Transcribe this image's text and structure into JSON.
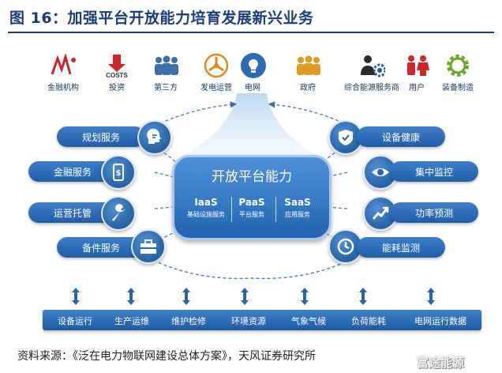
{
  "title": "图 16：加强平台开放能力培育发展新兴业务",
  "stakeholders": [
    {
      "label": "金融机构",
      "icon": "finance-logo-icon"
    },
    {
      "label": "投资",
      "icon": "invest-arrow-icon"
    },
    {
      "label": "第三方",
      "icon": "people-group-icon"
    },
    {
      "label": "发电运营",
      "icon": "power-generation-icon"
    },
    {
      "label": "电网",
      "icon": "grid-lightbulb-icon"
    },
    {
      "label": "政府",
      "icon": "government-people-icon"
    },
    {
      "label": "综合能源服务商",
      "icon": "energy-service-gear-icon"
    },
    {
      "label": "用户",
      "icon": "users-icon"
    },
    {
      "label": "装备制造",
      "icon": "manufacturing-gear-icon"
    }
  ],
  "left_services": [
    {
      "label": "规划服务",
      "icon": "planning-head-icon"
    },
    {
      "label": "金融服务",
      "icon": "finance-phone-icon"
    },
    {
      "label": "运营托管",
      "icon": "tools-wrench-icon"
    },
    {
      "label": "备件服务",
      "icon": "toolbox-icon"
    }
  ],
  "right_services": [
    {
      "label": "设备健康",
      "icon": "shield-check-icon"
    },
    {
      "label": "集中监控",
      "icon": "eye-icon"
    },
    {
      "label": "功率预测",
      "icon": "trend-chart-icon"
    },
    {
      "label": "能耗监测",
      "icon": "clock-icon"
    }
  ],
  "platform": {
    "title": "开放平台能力",
    "items": [
      {
        "name": "IaaS",
        "desc": "基础设施服务"
      },
      {
        "name": "PaaS",
        "desc": "平台服务"
      },
      {
        "name": "SaaS",
        "desc": "应用服务"
      }
    ]
  },
  "bottom_items": [
    "设备运行",
    "生产运维",
    "维护检修",
    "环境资源",
    "气象气候",
    "负荷能耗",
    "电网运行数据"
  ],
  "source": "资料来源：《泛在电力物联网建设总体方案》，天风证券研究所",
  "watermark": "富途能源",
  "colors": {
    "primary": "#2464b0",
    "title": "#1a3d78",
    "arrow": "#3a6fb0"
  }
}
